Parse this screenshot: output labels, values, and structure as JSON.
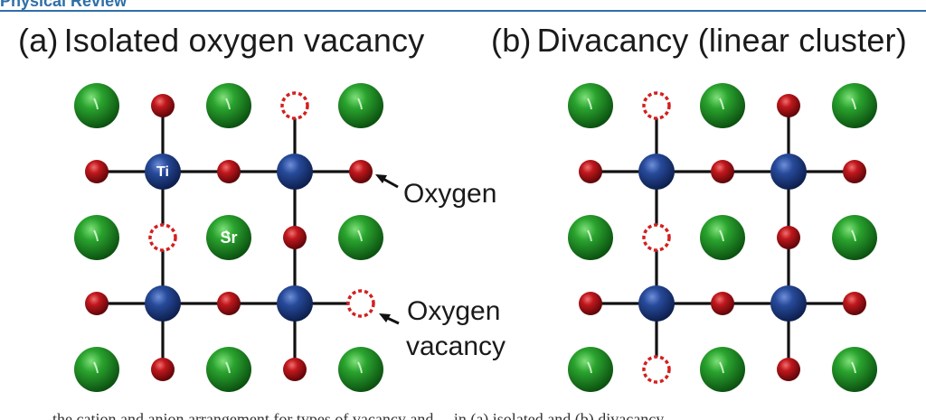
{
  "header": {
    "text": "Physical Review"
  },
  "panel_a": {
    "letter": "(a)",
    "title": "Isolated oxygen vacancy"
  },
  "panel_b": {
    "letter": "(b)",
    "title": "Divacancy (linear cluster)"
  },
  "labels": {
    "ti": "Ti",
    "sr": "Sr",
    "oxygen": "Oxygen",
    "vacancy_line1": "Oxygen",
    "vacancy_line2": "vacancy"
  },
  "footer": {
    "text": "... the cation and anion arrangement for types of vacancy and ... in (a) isolated and (b) divacancy"
  },
  "colors": {
    "sr": "#1f8a24",
    "ti": "#1f3f86",
    "oxygen": "#b0151a",
    "vacancy": "#d2201f",
    "bond": "#111111",
    "header": "#2f6fa8"
  },
  "legend_icons": [
    "sr-sphere-icon",
    "ti-sphere-icon",
    "oxygen-sphere-icon",
    "vacancy-ring-icon",
    "arrow-icon"
  ]
}
